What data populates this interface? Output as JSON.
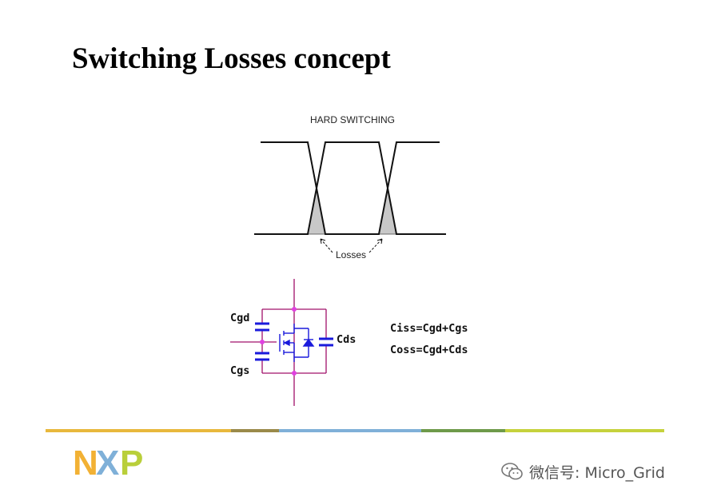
{
  "slide": {
    "title": "Switching Losses concept"
  },
  "waveform": {
    "caption": "HARD SWITCHING",
    "loss_label": "Losses"
  },
  "circuit": {
    "cgd_label": "Cgd",
    "cgs_label": "Cgs",
    "cds_label": "Cds",
    "ciss_formula": "Ciss=Cgd+Cgs",
    "coss_formula": "Coss=Cgd+Cds"
  },
  "footer": {
    "bar_colors": [
      "#e8b83c",
      "#9a8a4a",
      "#7fb0d8",
      "#6e9a4a",
      "#c6d23c"
    ],
    "logo": {
      "letters": [
        "N",
        "X",
        "P"
      ],
      "colors": [
        "#f2b134",
        "#7fb0d8",
        "#b9cf3a"
      ]
    }
  },
  "watermark": {
    "text": "微信号: Micro_Grid"
  },
  "colors": {
    "wire": "#a0106a",
    "capacitor": "#1a1adc",
    "node": "#e040e0",
    "loss_fill": "#c8c8c8"
  }
}
